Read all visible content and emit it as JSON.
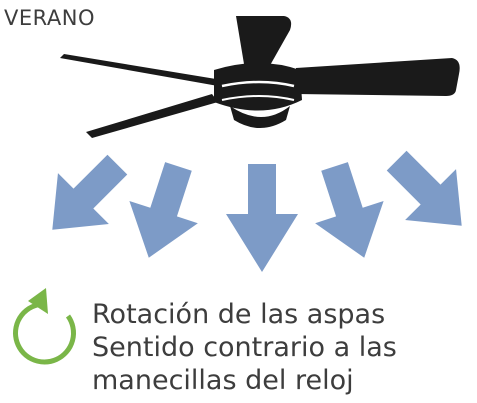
{
  "season": "VERANO",
  "caption": {
    "line1": "Rotación de las aspas",
    "line2": "Sentido contrario a las",
    "line3": "manecillas del reloj"
  },
  "colors": {
    "text": "#3d3d3d",
    "fan": "#1a1a1a",
    "airflow_arrow": "#7d9bc7",
    "rotation_arrow": "#7ab648"
  },
  "icons": {
    "fan": "ceiling-fan-icon",
    "airflow": "down-arrow-icon",
    "rotation": "counterclockwise-arrow-icon"
  }
}
